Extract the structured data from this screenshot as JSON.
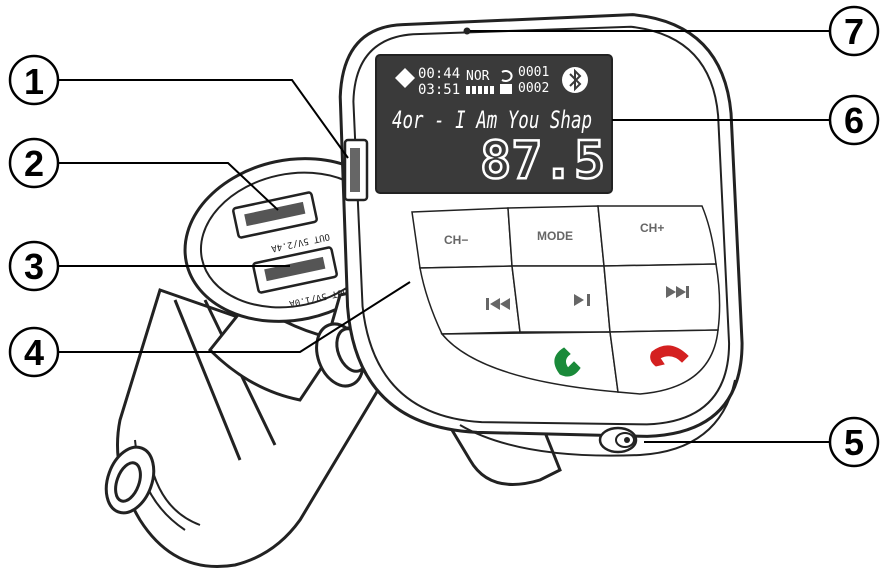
{
  "screen": {
    "top_left_a": "00:44",
    "top_left_b": "03:51",
    "top_mid": "NOR",
    "top_right_a": "0001",
    "top_right_b": "0002",
    "song": "4or - I Am You Shap",
    "frequency": "87.5",
    "bluetooth_icon": "bluetooth-icon"
  },
  "buttons": {
    "ch_minus": "CH−",
    "mode": "MODE",
    "ch_plus": "CH+",
    "prev_icon": "previous-track-icon",
    "play_icon": "play-pause-icon",
    "next_icon": "next-track-icon",
    "answer_icon": "answer-call-icon",
    "hangup_icon": "hang-up-icon"
  },
  "usb_ports": {
    "port1": "OUT 5V/2.4A",
    "port2": "OUT 5V/1.0A"
  },
  "callouts": [
    "1",
    "2",
    "3",
    "4",
    "5",
    "6",
    "7"
  ],
  "colors": {
    "answer": "#1a8a3a",
    "hangup": "#d42020",
    "lcd": "#3a3a3a"
  }
}
